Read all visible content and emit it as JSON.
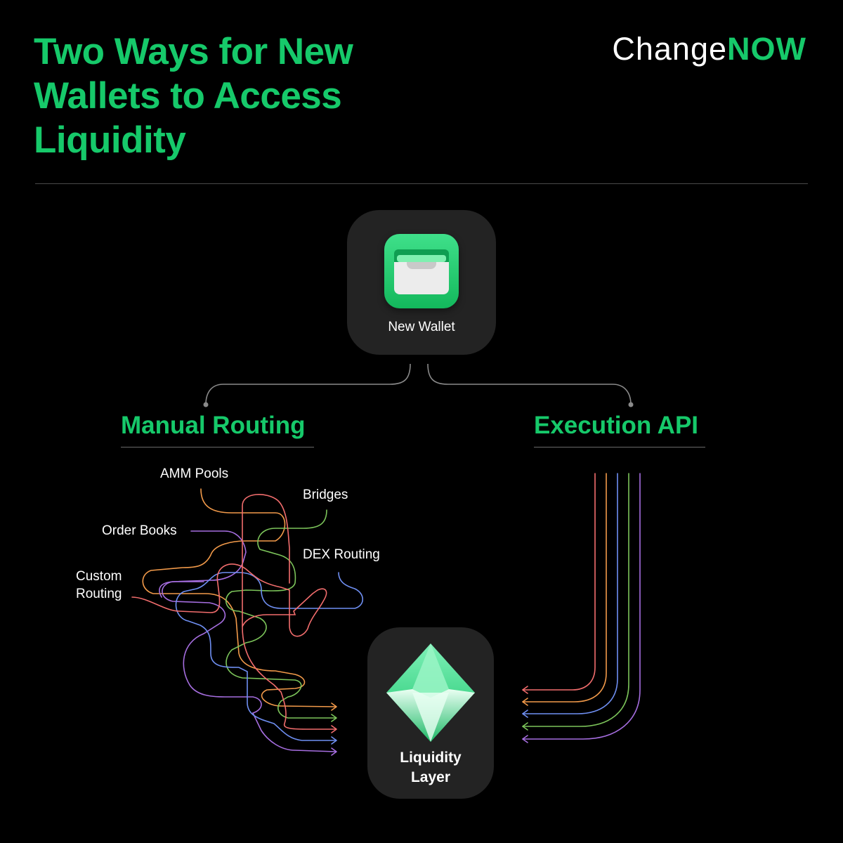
{
  "title": "Two Ways for New Wallets to Access Liquidity",
  "logo": {
    "part1": "Change",
    "part2": "NOW"
  },
  "wallet_node": {
    "label": "New Wallet",
    "icon": "wallet-icon"
  },
  "branches": {
    "left": "Manual Routing",
    "right": "Execution API"
  },
  "sources": {
    "amm": "AMM Pools",
    "bridges": "Bridges",
    "orderbooks": "Order Books",
    "dex": "DEX Routing",
    "custom_line1": "Custom",
    "custom_line2": "Routing"
  },
  "liquidity_node": {
    "line1": "Liquidity",
    "line2": "Layer",
    "icon": "diamond-icon"
  },
  "colors": {
    "accent": "#16c96a",
    "red": "#f26d6d",
    "orange": "#f29a4a",
    "green": "#7cc45a",
    "blue": "#6f8ff2",
    "purple": "#a66ee0",
    "background": "#000000",
    "node": "#232323"
  }
}
